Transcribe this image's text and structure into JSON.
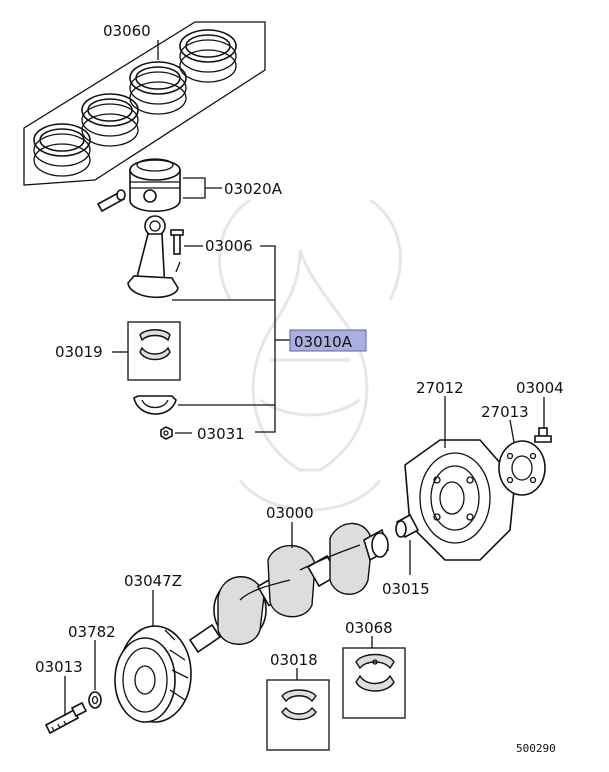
{
  "diagram": {
    "callouts": {
      "c03060": "03060",
      "c03020A": "03020A",
      "c03006": "03006",
      "c03010A": "03010A",
      "c03019": "03019",
      "c03031": "03031",
      "c27012": "27012",
      "c03004": "03004",
      "c27013": "27013",
      "c03000": "03000",
      "c03015": "03015",
      "c03047Z": "03047Z",
      "c03782": "03782",
      "c03068": "03068",
      "c03013": "03013",
      "c03018": "03018"
    },
    "highlighted": "03010A",
    "highlight_color": "#aab0dd",
    "figure_code": "500290"
  }
}
